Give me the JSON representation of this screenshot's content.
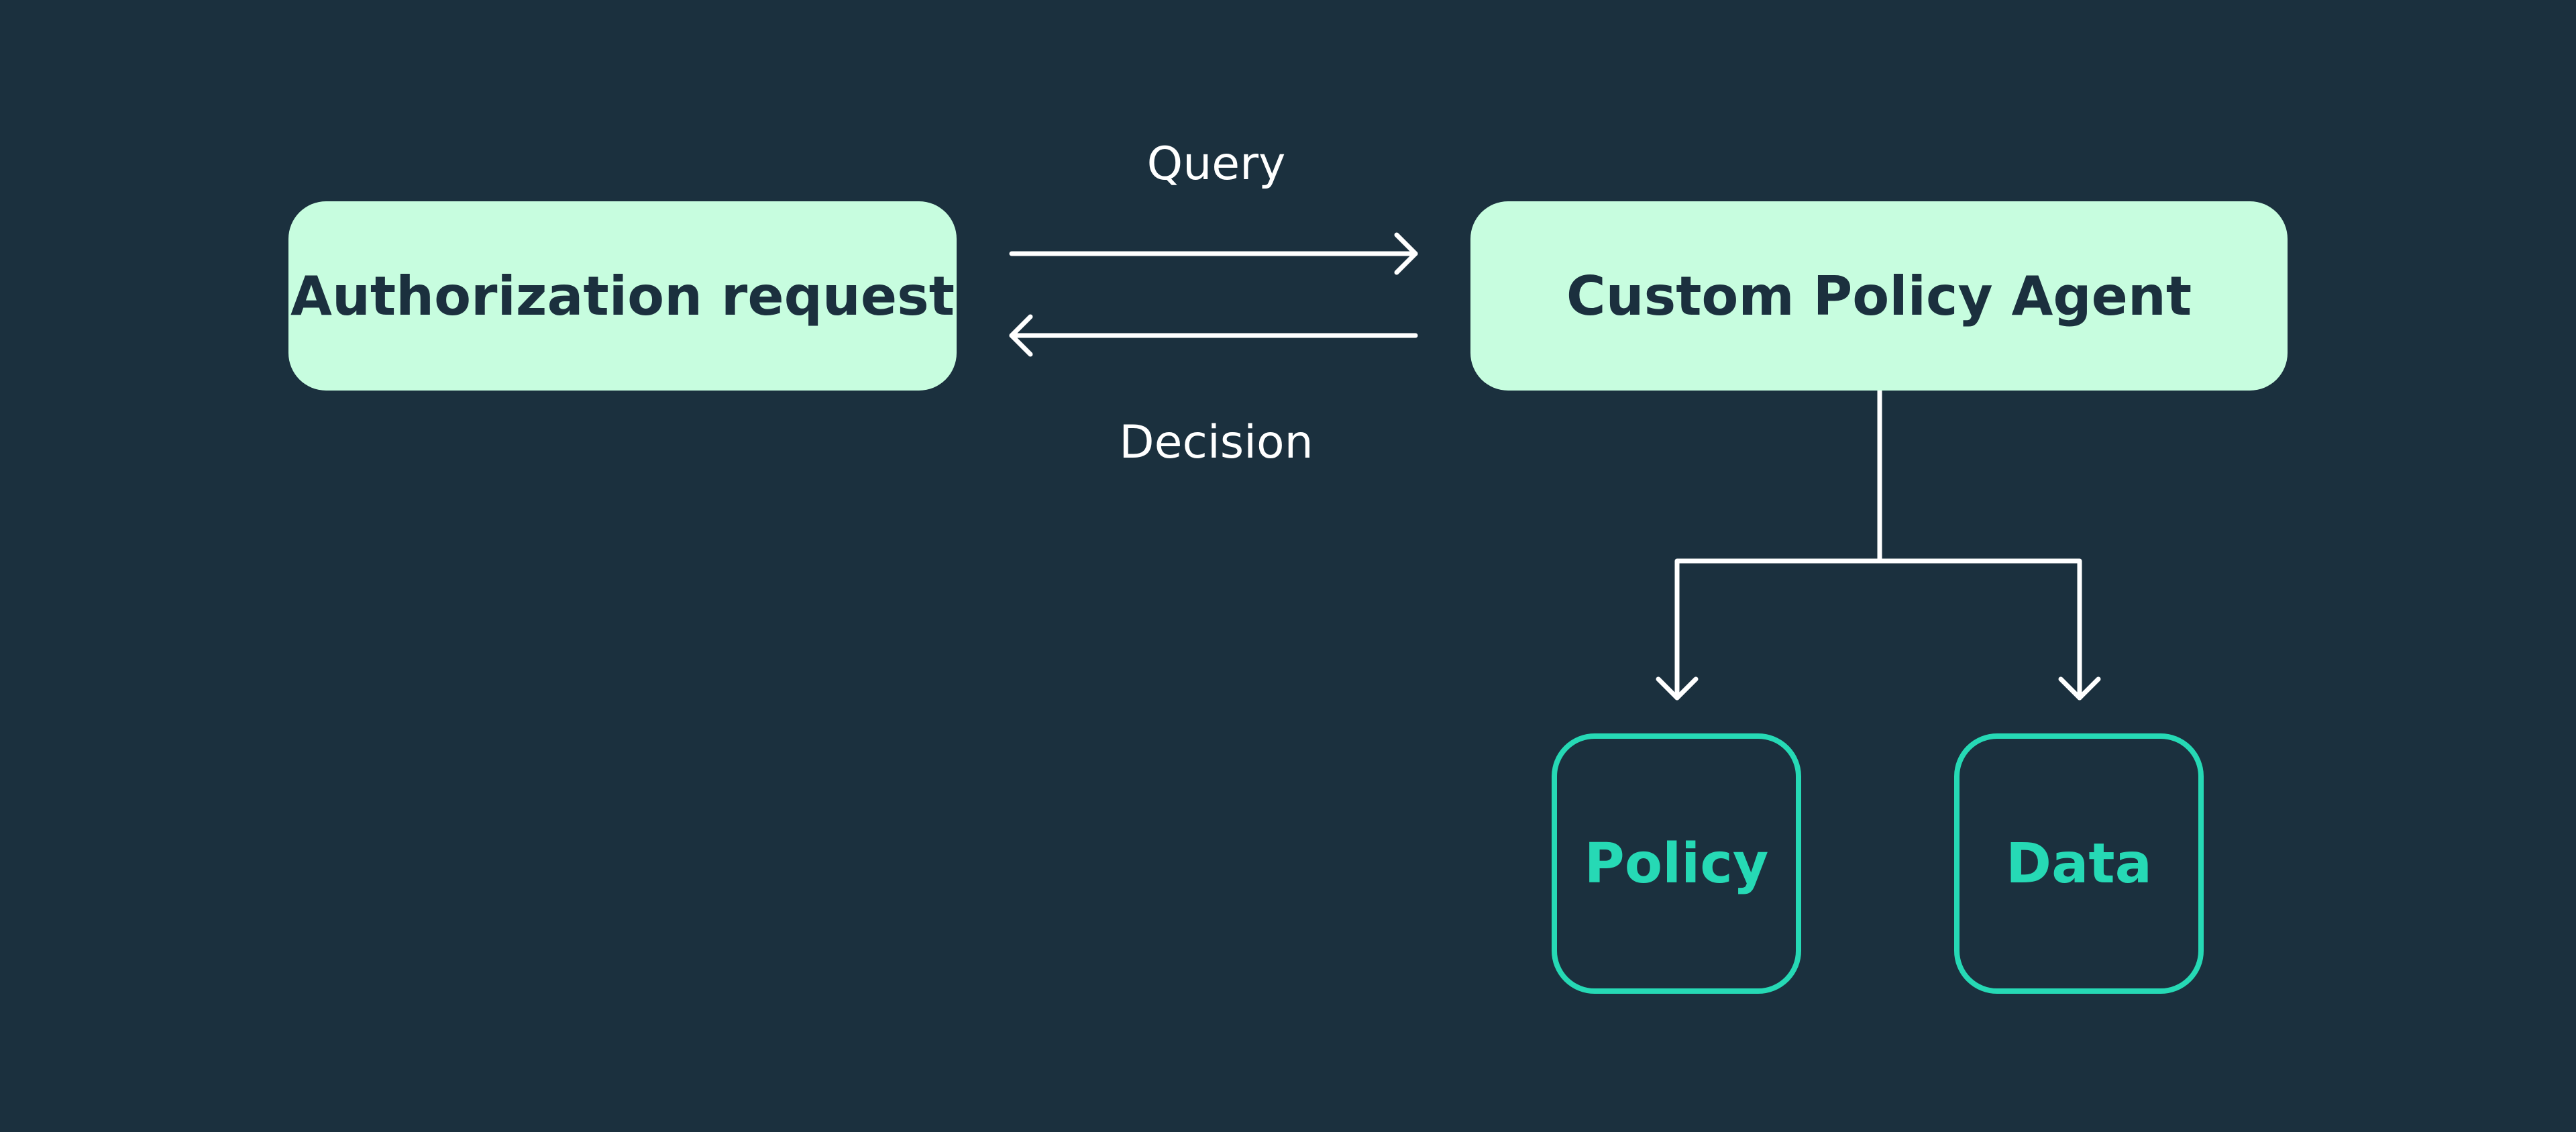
{
  "colors": {
    "background": "#1b303e",
    "node_fill": "#c7fddf",
    "node_text": "#1b303e",
    "accent": "#26d9b5",
    "connector": "#ffffff"
  },
  "nodes": {
    "authorization_request": "Authorization request",
    "custom_policy_agent": "Custom Policy Agent",
    "policy": "Policy",
    "data": "Data"
  },
  "edges": {
    "query": "Query",
    "decision": "Decision"
  }
}
